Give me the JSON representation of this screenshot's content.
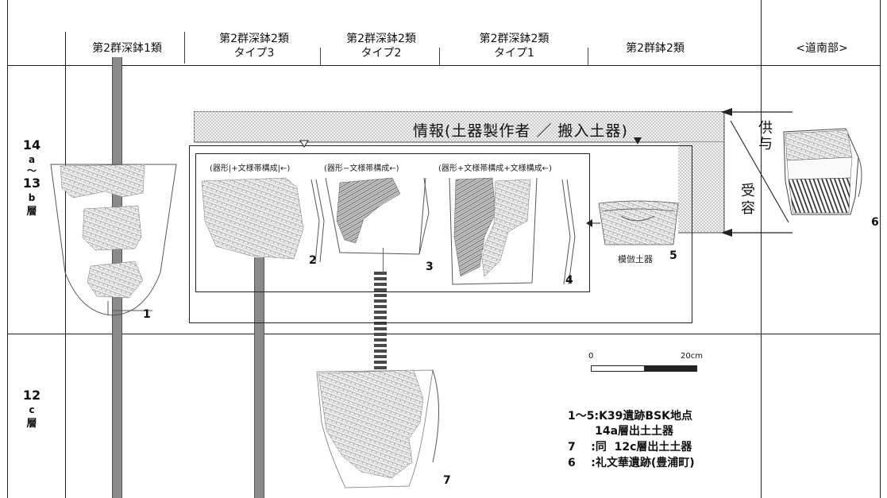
{
  "columns": {
    "col1": "第2群深鉢1類",
    "col2": [
      "第2群深鉢2類",
      "タイプ3"
    ],
    "col3": [
      "第2群深鉢2類",
      "タイプ2"
    ],
    "col4": [
      "第2群深鉢2類",
      "タイプ1"
    ],
    "col5": "第2群鉢2類",
    "col6": "<道南部>"
  },
  "rows": {
    "upper": [
      "14",
      "a",
      "〜",
      "13",
      "b",
      "層"
    ],
    "lower": [
      "12",
      "c",
      "層"
    ]
  },
  "info_band": "情報(土器製作者 ／ 搬入土器)",
  "arrows": {
    "supply": [
      "供",
      "与"
    ],
    "receive": [
      "受",
      "容"
    ]
  },
  "captions": {
    "c1": "(器形|+文様帯構成|←)",
    "c2": "(器形−文様帯構成←)",
    "c3": "(器形+文様帯構成+文様構成←)",
    "imitation": "模倣土器"
  },
  "figure_numbers": [
    "1",
    "2",
    "3",
    "4",
    "5",
    "6",
    "7"
  ],
  "scale": {
    "start": "0",
    "end": "20cm"
  },
  "legend": {
    "l1": "1〜5:K39遺跡BSK地点",
    "l2": "       14a層出土土器",
    "l3": "7    :同  12c層出土土器",
    "l4": "6    :礼文華遺跡(豊浦町)"
  }
}
